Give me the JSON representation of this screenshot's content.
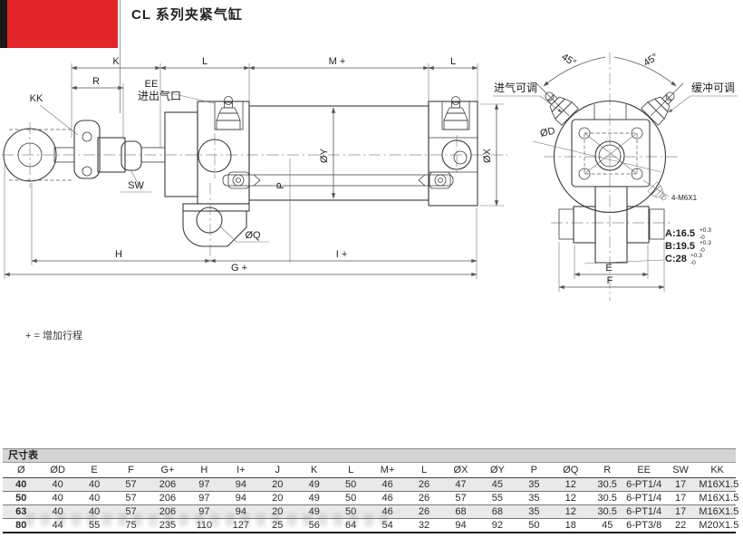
{
  "header": {
    "title": "CL 系列夹紧气缸"
  },
  "colors": {
    "brand_red": "#e2262a",
    "line": "#3b3b3b",
    "table_caption_bg": "#d4d4d4",
    "zebra_row": "#e9e9e9"
  },
  "note": {
    "stroke_note": "+ = 增加行程"
  },
  "drawing": {
    "dims": {
      "k": "K",
      "r": "R",
      "l_front": "L",
      "m_stroke": "M +",
      "l_rear": "L",
      "h": "H",
      "i_stroke": "I +",
      "g_stroke": "G +",
      "e": "E",
      "f": "F"
    },
    "labels": {
      "kk": "KK",
      "sw": "SW",
      "ee": "EE",
      "port": "进出气口",
      "oq": "ØQ",
      "p": "P",
      "oy": "ØY",
      "ox": "ØX",
      "od": "ØD",
      "angle_left": "45°",
      "angle_right": "45°",
      "intake": "进气可调",
      "cushion": "缓冲可调",
      "thread": "4-M6X1"
    },
    "tolerances": {
      "a": "A:16.5",
      "b": "B:19.5",
      "c": "C:28",
      "sup": "+0.3",
      "sub": "-0"
    }
  },
  "table": {
    "caption": "尺寸表",
    "headers": [
      "Ø",
      "ØD",
      "E",
      "F",
      "G+",
      "H",
      "I+",
      "J",
      "K",
      "L",
      "M+",
      "L",
      "ØX",
      "ØY",
      "P",
      "ØQ",
      "R",
      "EE",
      "SW",
      "KK"
    ],
    "rows": [
      [
        "40",
        "40",
        "40",
        "57",
        "206",
        "97",
        "94",
        "20",
        "49",
        "50",
        "46",
        "26",
        "47",
        "45",
        "35",
        "12",
        "30.5",
        "6-PT1/4",
        "17",
        "M16X1.5"
      ],
      [
        "50",
        "40",
        "40",
        "57",
        "206",
        "97",
        "94",
        "20",
        "49",
        "50",
        "46",
        "26",
        "57",
        "55",
        "35",
        "12",
        "30.5",
        "6-PT1/4",
        "17",
        "M16X1.5"
      ],
      [
        "63",
        "40",
        "40",
        "57",
        "206",
        "97",
        "94",
        "20",
        "49",
        "50",
        "46",
        "26",
        "68",
        "68",
        "35",
        "12",
        "30.5",
        "6-PT1/4",
        "17",
        "M16X1.5"
      ],
      [
        "80",
        "44",
        "55",
        "75",
        "235",
        "110",
        "127",
        "25",
        "56",
        "64",
        "54",
        "32",
        "94",
        "92",
        "50",
        "18",
        "45",
        "6-PT3/8",
        "22",
        "M20X1.5"
      ]
    ]
  }
}
